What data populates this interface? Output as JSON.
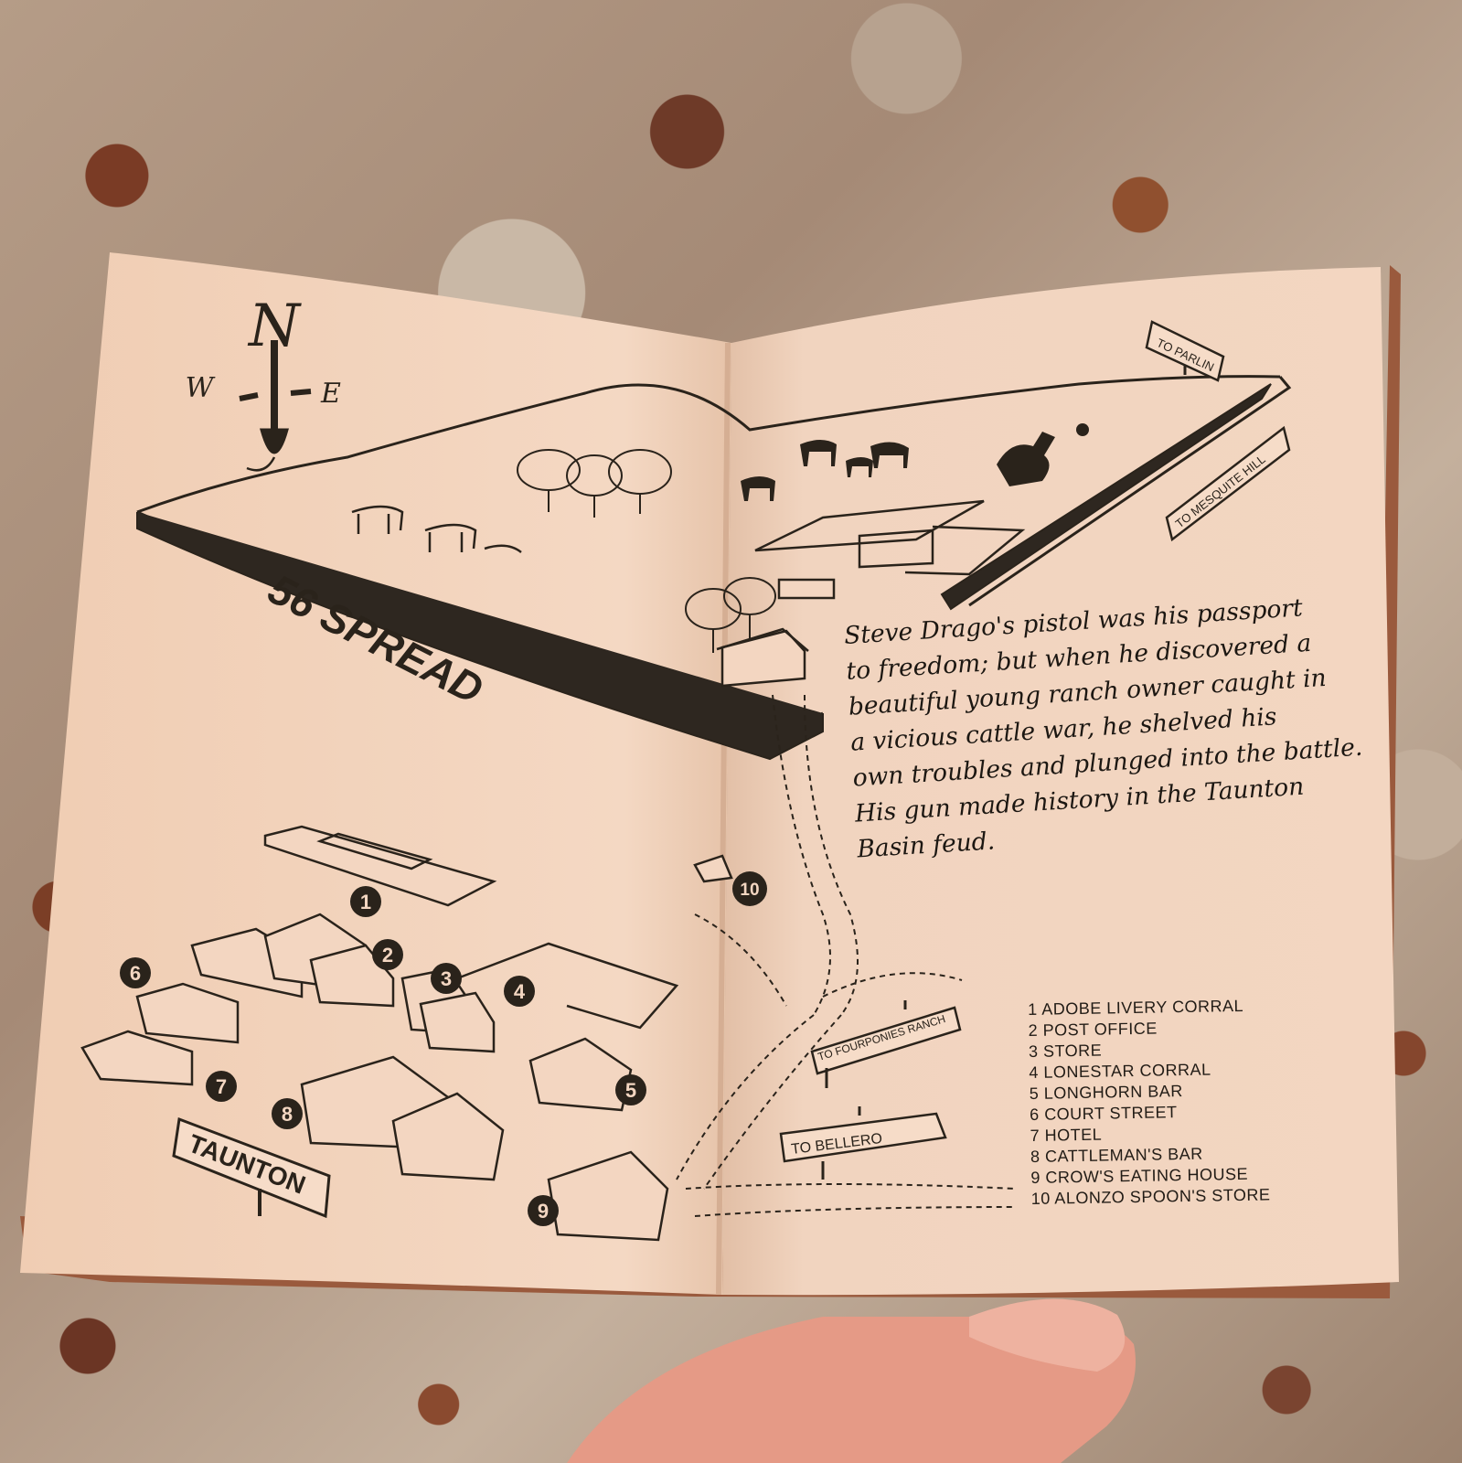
{
  "map": {
    "compass": {
      "north": "N",
      "west": "W",
      "east": "E"
    },
    "labels": {
      "ranch": "56 SPREAD",
      "town": "TAUNTON",
      "sign_parlin": "TO PARLIN",
      "sign_mesquite": "TO MESQUITE HILL",
      "sign_fourponies": "TO FOURPONIES RANCH",
      "sign_bellero": "TO BELLERO"
    },
    "markers": [
      "1",
      "2",
      "3",
      "4",
      "5",
      "6",
      "7",
      "8",
      "9",
      "10"
    ]
  },
  "blurb": {
    "lines": [
      "Steve Drago's pistol was his passport",
      "to freedom; but when he discovered a",
      "beautiful young ranch owner caught in",
      "a vicious cattle war, he shelved his",
      "own troubles and plunged into the battle.",
      "His gun made history in the Taunton",
      "Basin feud."
    ]
  },
  "legend": {
    "items": [
      "1 ADOBE LIVERY CORRAL",
      "2 POST OFFICE",
      "3 STORE",
      "4 LONESTAR CORRAL",
      "5 LONGHORN BAR",
      "6 COURT STREET",
      "7 HOTEL",
      "8 CATTLEMAN'S BAR",
      "9 CROW'S EATING HOUSE",
      "10 ALONZO SPOON'S STORE"
    ]
  },
  "colors": {
    "page": "#f2d3bc",
    "ink": "#1f1a14",
    "countertop": "#a58a76",
    "hand": "#e59a86"
  }
}
